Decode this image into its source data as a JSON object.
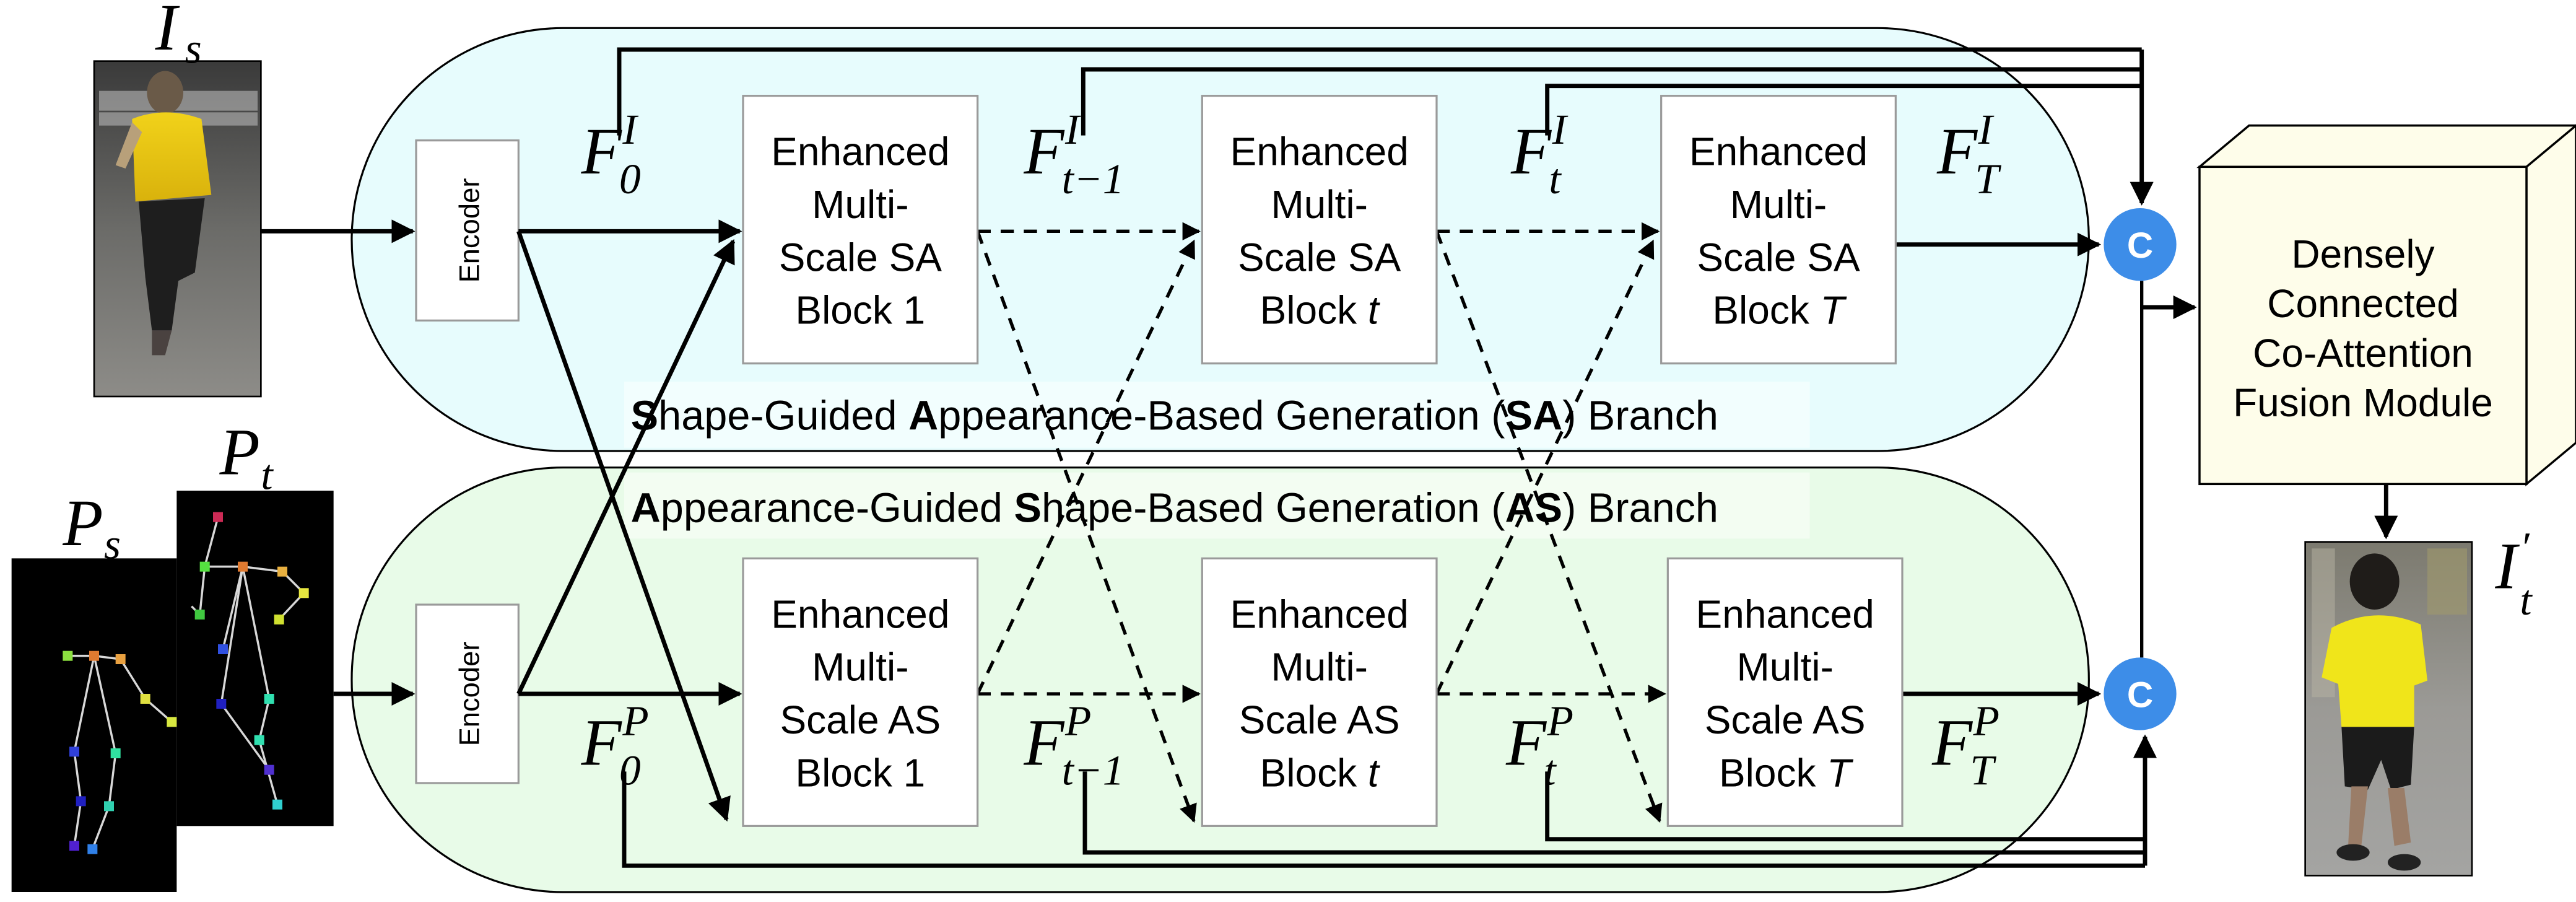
{
  "figure": {
    "inputs": {
      "source_image_label": {
        "main": "I",
        "sub": "s"
      },
      "source_pose_label": {
        "main": "P",
        "sub": "s"
      },
      "target_pose_label": {
        "main": "P",
        "sub": "t"
      }
    },
    "encoder_label": "Encoder",
    "sa_branch": {
      "title_parts": [
        {
          "text": "S",
          "bold": true
        },
        {
          "text": "hape-Guided ",
          "bold": false
        },
        {
          "text": "A",
          "bold": true
        },
        {
          "text": "ppearance-Based Generation (",
          "bold": false
        },
        {
          "text": "SA",
          "bold": true
        },
        {
          "text": ") Branch",
          "bold": false
        }
      ],
      "fill_color": "#e7fcfd",
      "blocks": [
        {
          "lines": [
            "Enhanced",
            "Multi-",
            "Scale SA",
            "Block "
          ],
          "index": "1",
          "index_italic": false
        },
        {
          "lines": [
            "Enhanced",
            "Multi-",
            "Scale SA",
            "Block "
          ],
          "index": "t",
          "index_italic": true
        },
        {
          "lines": [
            "Enhanced",
            "Multi-",
            "Scale SA",
            "Block "
          ],
          "index": "T",
          "index_italic": true
        }
      ],
      "features": [
        {
          "main": "F",
          "sub": "0",
          "sup": "I"
        },
        {
          "main": "F",
          "sub": "t−1",
          "sup": "I"
        },
        {
          "main": "F",
          "sub": "t",
          "sup": "I"
        },
        {
          "main": "F",
          "sub": "T",
          "sup": "I"
        }
      ]
    },
    "as_branch": {
      "title_parts": [
        {
          "text": "A",
          "bold": true
        },
        {
          "text": "ppearance-Guided ",
          "bold": false
        },
        {
          "text": "S",
          "bold": true
        },
        {
          "text": "hape-Based Generation (",
          "bold": false
        },
        {
          "text": "AS",
          "bold": true
        },
        {
          "text": ") Branch",
          "bold": false
        }
      ],
      "fill_color": "#e8fbe8",
      "blocks": [
        {
          "lines": [
            "Enhanced",
            "Multi-",
            "Scale AS",
            "Block "
          ],
          "index": "1",
          "index_italic": false
        },
        {
          "lines": [
            "Enhanced",
            "Multi-",
            "Scale AS",
            "Block "
          ],
          "index": "t",
          "index_italic": true
        },
        {
          "lines": [
            "Enhanced",
            "Multi-",
            "Scale AS",
            "Block "
          ],
          "index": "T",
          "index_italic": true
        }
      ],
      "features": [
        {
          "main": "F",
          "sub": "0",
          "sup": "P"
        },
        {
          "main": "F",
          "sub": "t−1",
          "sup": "P"
        },
        {
          "main": "F",
          "sub": "t",
          "sup": "P"
        },
        {
          "main": "F",
          "sub": "T",
          "sup": "P"
        }
      ]
    },
    "concat_symbol": "C",
    "concat_color": "#3d8de8",
    "fusion_module": {
      "lines": [
        "Densely",
        "Connected",
        "Co-Attention",
        "Fusion Module"
      ],
      "fill_color": "#fefdea"
    },
    "output_label": {
      "main": "I",
      "sub": "t",
      "sup": "′"
    }
  }
}
